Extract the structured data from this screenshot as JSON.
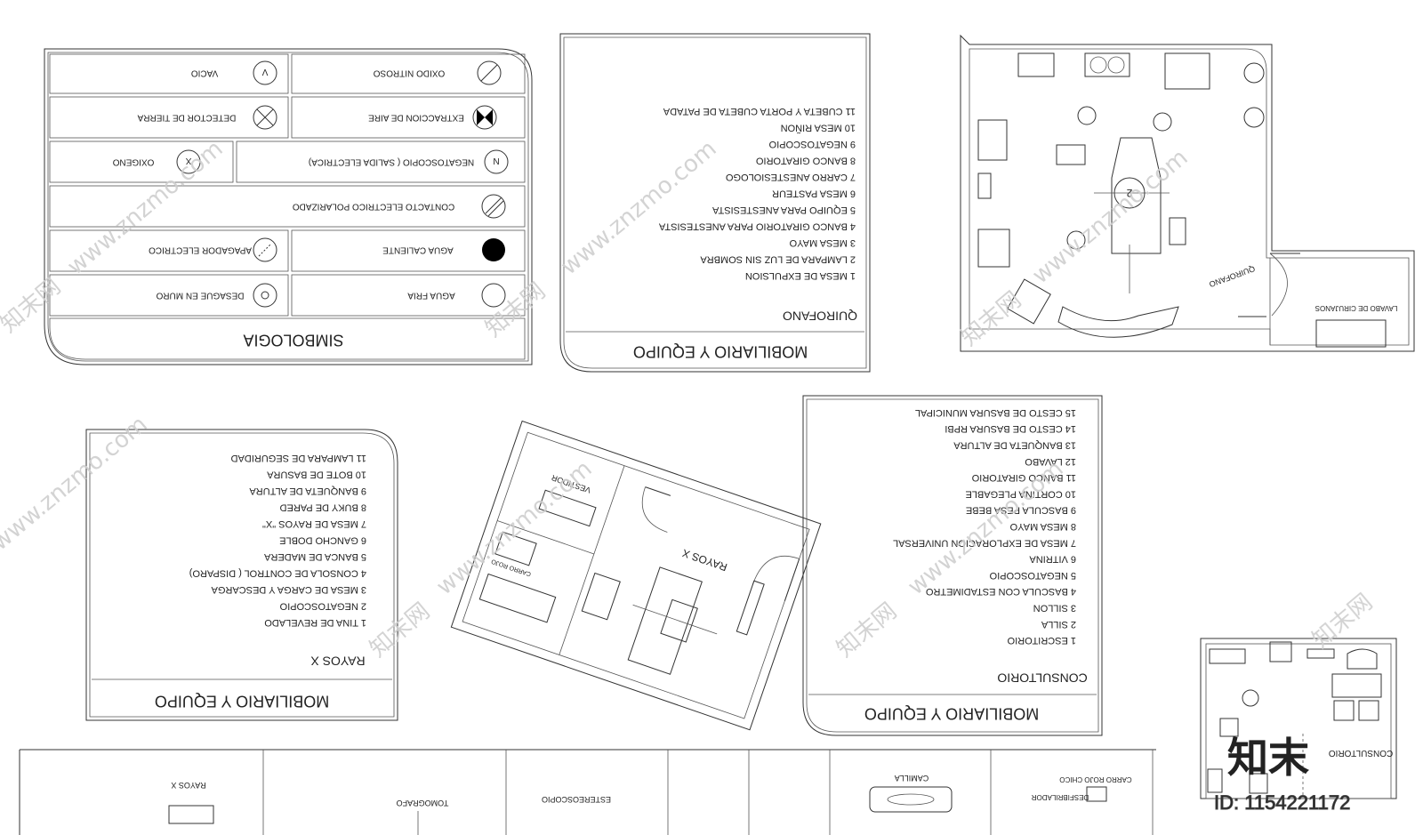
{
  "symbology": {
    "title": "SIMBOLOGIA",
    "items": {
      "vacio": "VACIO",
      "oxido_nitroso": "OXIDO NITROSO",
      "detector_tierra": "DETECTOR DE TIERRA",
      "extraccion_aire": "EXTRACCION DE AIRE",
      "oxigeno": "OXIGENO",
      "negatoscopio": "NEGATOSCOPIO ( SALIDA ELECTRICA)",
      "contacto": "CONTACTO ELECTRICO POLARIZADO",
      "apagador": "APAGADOR ELECTRICO",
      "agua_caliente": "AGUA CALIENTE",
      "desague": "DESAGUE EN MURO",
      "agua_fria": "AGUA FRIA"
    },
    "letters": {
      "v": "V",
      "x": "X",
      "n": "N"
    }
  },
  "quirofano_list": {
    "header": "MOBILIARIO Y EQUIPO",
    "subtitle": "QUIROFANO",
    "items": [
      "1   MESA DE EXPULSION",
      "2   LAMPARA DE LUZ SIN SOMBRA",
      "3   MESA MAYO",
      "4   BANCO GIRATORIO PARA ANESTESISTA",
      "5   EQUIPO PARA ANESTESISTA",
      "6   MESA PASTEUR",
      "7   CARRO ANESTESIOLOGO",
      "8   BANCO GIRATORIO",
      "9   NEGATOSCOPIO",
      "10  MESA RIÑON",
      "11  CUBETA Y PORTA CUBETA DE PATADA"
    ]
  },
  "rayos_list": {
    "header": "MOBILIARIO Y EQUIPO",
    "subtitle": "RAYOS X",
    "items": [
      "1   TINA DE REVELADO",
      "2   NEGATOSCOPIO",
      "3   MESA DE CARGA Y DESCARGA",
      "4   CONSOLA DE CONTROL ( DISPARO)",
      "5   BANCA DE MADERA",
      "6   GANCHO DOBLE",
      "7   MESA DE RAYOS \"X\"",
      "8   BUKY DE PARED",
      "9   BANQUETA DE ALTURA",
      "10  BOTE DE BASURA",
      "11  LAMPARA DE SEGURIDAD"
    ]
  },
  "consultorio_list": {
    "header": "MOBILIARIO Y EQUIPO",
    "subtitle": "CONSULTORIO",
    "items": [
      "1   ESCRITORIO",
      "2   SILLA",
      "3   SILLON",
      "4   BASCULA CON ESTADIMETRO",
      "5   NEGATOSCOPIO",
      "6   VITRINA",
      "7   MESA DE EXPLORACION UNIVERSAL",
      "8   MESA MAYO",
      "9   BASCULA PESA BEBE",
      "10  CORTINA PLEGABLE",
      "11  BANCO GIRATORIO",
      "12  LAVABO",
      "13  BANQUETA DE ALTURA",
      "14  CESTO DE BASURA RPBI",
      "15  CESTO DE BASURA MUNICIPAL"
    ]
  },
  "plan_labels": {
    "lavabo": "LAVABO DE CIRUJANOS",
    "quirofano": "QUIROFANO",
    "vestidor": "VESTIDOR",
    "rayos": "RAYOS X",
    "carro": "CARRO ROJO",
    "consultorio": "CONSULTORIO"
  },
  "strip_labels": [
    "RAYOS X",
    "TOMOGRAFO",
    "ESTEREOSCOPIO",
    "CAMILLA",
    "CARRO ROJO CHICO",
    "DESFIBRILADOR"
  ],
  "watermark": {
    "site": "www.znzmo.com",
    "brand": "知末网",
    "logo_text": "知末",
    "id_label": "ID: 1154221172"
  },
  "colors": {
    "line": "#333333",
    "watermark": "#cfcfcf"
  }
}
